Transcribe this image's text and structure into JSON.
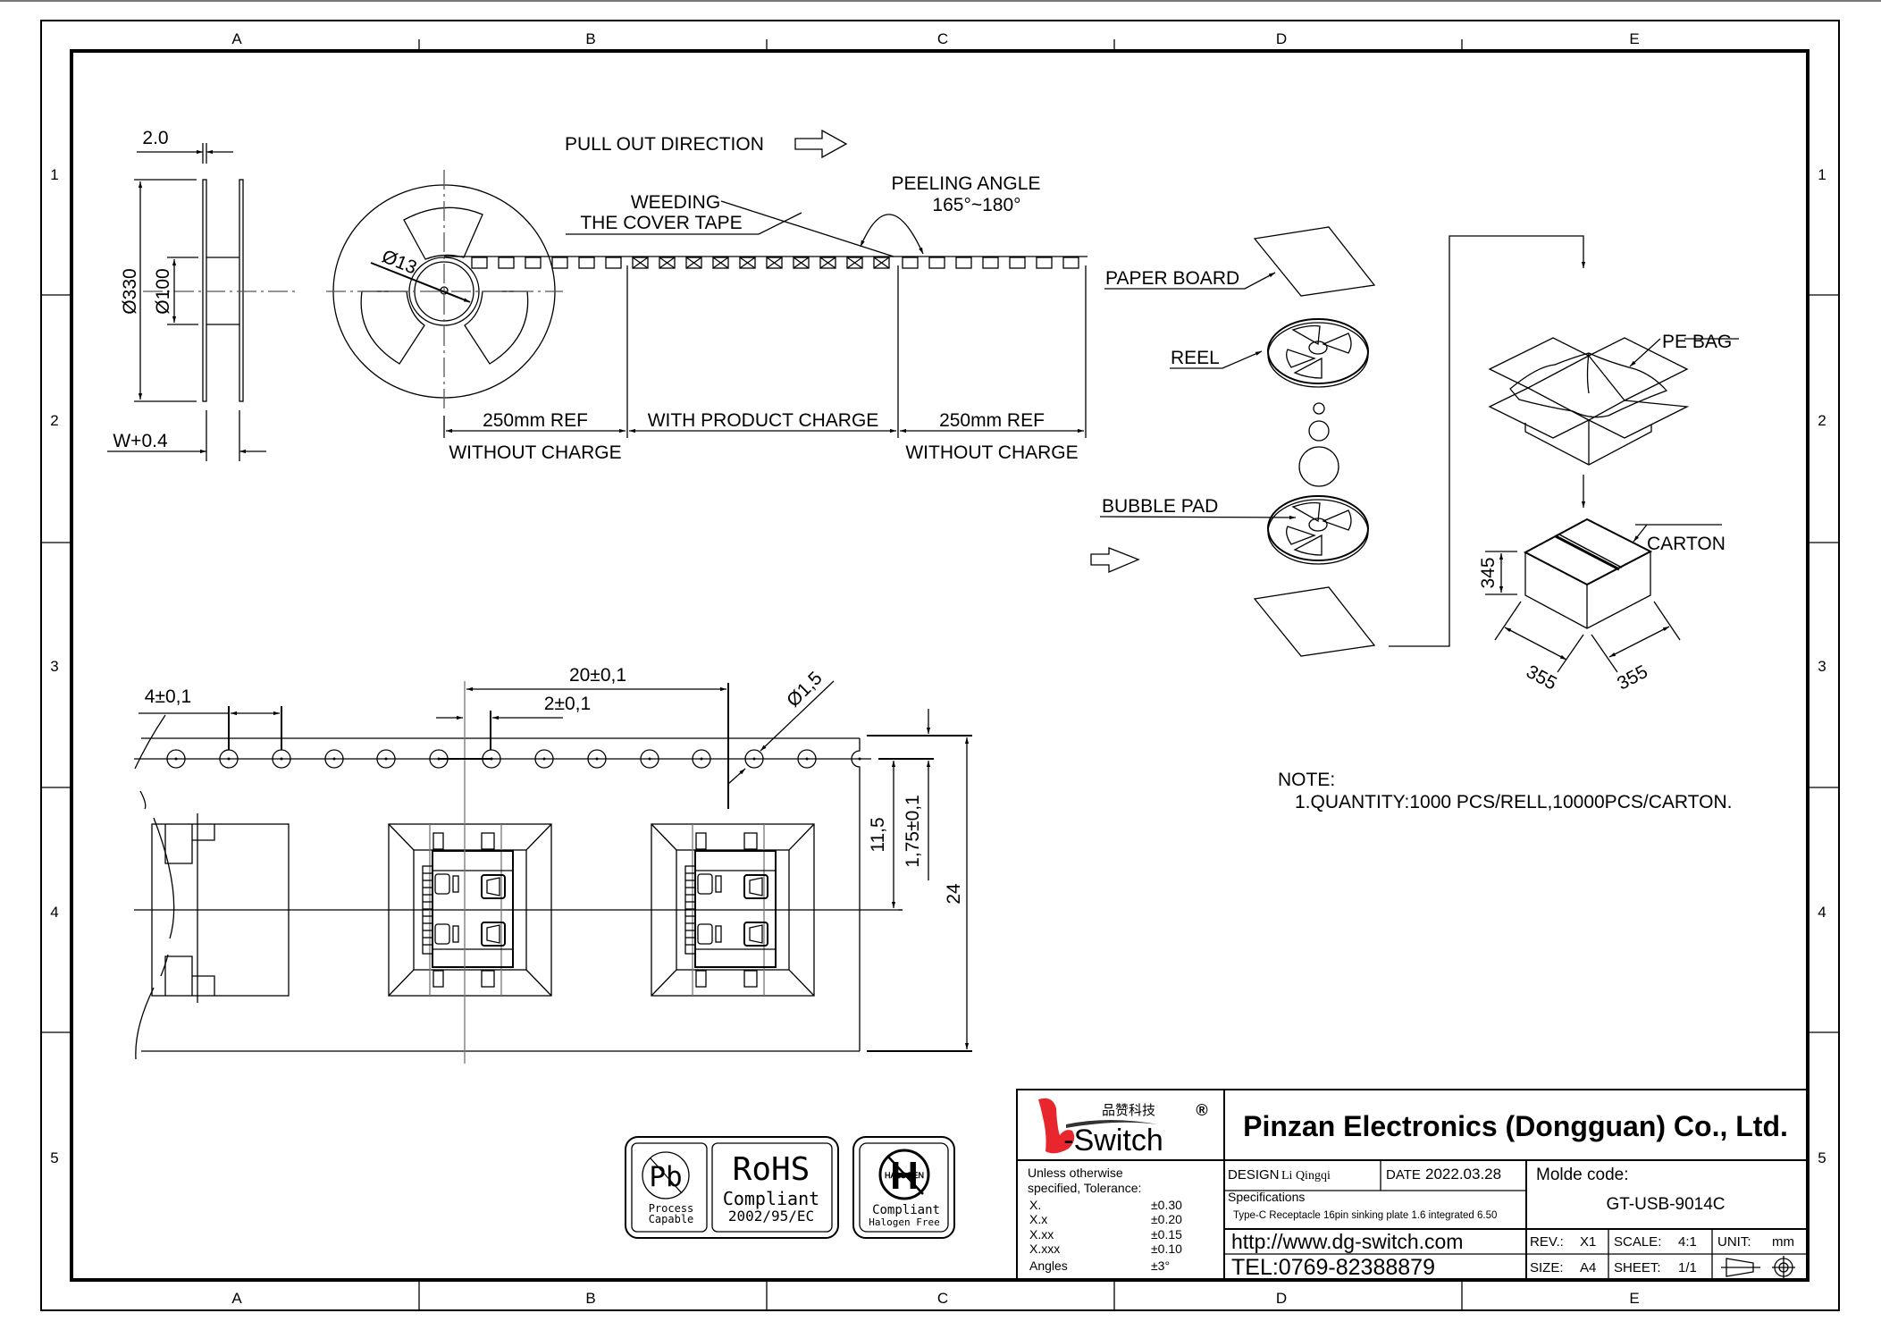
{
  "frame": {
    "columns": [
      "A",
      "B",
      "C",
      "D",
      "E"
    ],
    "rows": [
      "1",
      "2",
      "3",
      "4",
      "5"
    ]
  },
  "reel_side_view": {
    "flange_thickness": "2.0",
    "outer_diameter": "Ø330",
    "hub_diameter": "Ø100",
    "width": "W+0.4"
  },
  "reel_front_view": {
    "arbor_hole": "Ø13"
  },
  "tape_layout": {
    "pull_out_direction": "PULL OUT DIRECTION",
    "weeding_line1": "WEEDING",
    "weeding_line2": "THE COVER TAPE",
    "peeling_angle_label": "PEELING ANGLE",
    "peeling_angle_value": "165°~180°",
    "leader_length": "250mm REF",
    "leader_note": "WITHOUT CHARGE",
    "product_section": "WITH PRODUCT CHARGE",
    "trailer_length": "250mm REF",
    "trailer_note": "WITHOUT CHARGE"
  },
  "packaging": {
    "paper_board": "PAPER BOARD",
    "reel": "REEL",
    "bubble_pad": "BUBBLE PAD",
    "pe_bag": "PE BAG",
    "carton": "CARTON",
    "carton_height": "345",
    "carton_length": "355",
    "carton_width": "355"
  },
  "tape_detail": {
    "sprocket_pitch": "4±0,1",
    "pocket_pitch": "20±0,1",
    "pocket_offset": "2±0,1",
    "sprocket_hole_diameter": "Ø1,5",
    "pocket_center_offset": "11,5",
    "sprocket_edge_offset": "1,75±0,1",
    "tape_width": "24"
  },
  "note": {
    "title": "NOTE:",
    "items": [
      "1.QUANTITY:1000 PCS/RELL,10000PCS/CARTON."
    ]
  },
  "badges": {
    "pb_symbol": "Pb",
    "pb_line1": "Process",
    "pb_line2": "Capable",
    "rohs_title": "RoHS",
    "rohs_line1": "Compliant",
    "rohs_line2": "2002/95/EC",
    "halogen_symbol": "H",
    "halogen_word": "HALOGEN",
    "halogen_line1": "Compliant",
    "halogen_line2": "Halogen Free"
  },
  "title_block": {
    "logo_cn": "品赞科技",
    "logo_text": "-Switch",
    "logo_reg": "®",
    "brand_color": "#e8262d",
    "company": "Pinzan Electronics (Dongguan) Co., Ltd.",
    "tolerance_header1": "Unless otherwise",
    "tolerance_header2": "specified, Tolerance:",
    "tolerances": [
      {
        "label": "X.",
        "value": "±0.30"
      },
      {
        "label": "X.x",
        "value": "±0.20"
      },
      {
        "label": "X.xx",
        "value": "±0.15"
      },
      {
        "label": "X.xxx",
        "value": "±0.10"
      },
      {
        "label": "Angles",
        "value": "±3°"
      }
    ],
    "design_label": "DESIGN",
    "designer": "Li Qingqi",
    "date_label": "DATE",
    "date": "2022.03.28",
    "specifications_label": "Specifications",
    "specifications": "Type-C Receptacle 16pin sinking plate 1.6 integrated 6.50",
    "mold_code_label": "Molde code:",
    "mold_code": "GT-USB-9014C",
    "website": "http://www.dg-switch.com",
    "tel": "TEL:0769-82388879",
    "rev_label": "REV.:",
    "rev": "X1",
    "scale_label": "SCALE:",
    "scale": "4:1",
    "unit_label": "UNIT:",
    "unit": "mm",
    "size_label": "SIZE:",
    "size": "A4",
    "sheet_label": "SHEET:",
    "sheet": "1/1"
  }
}
